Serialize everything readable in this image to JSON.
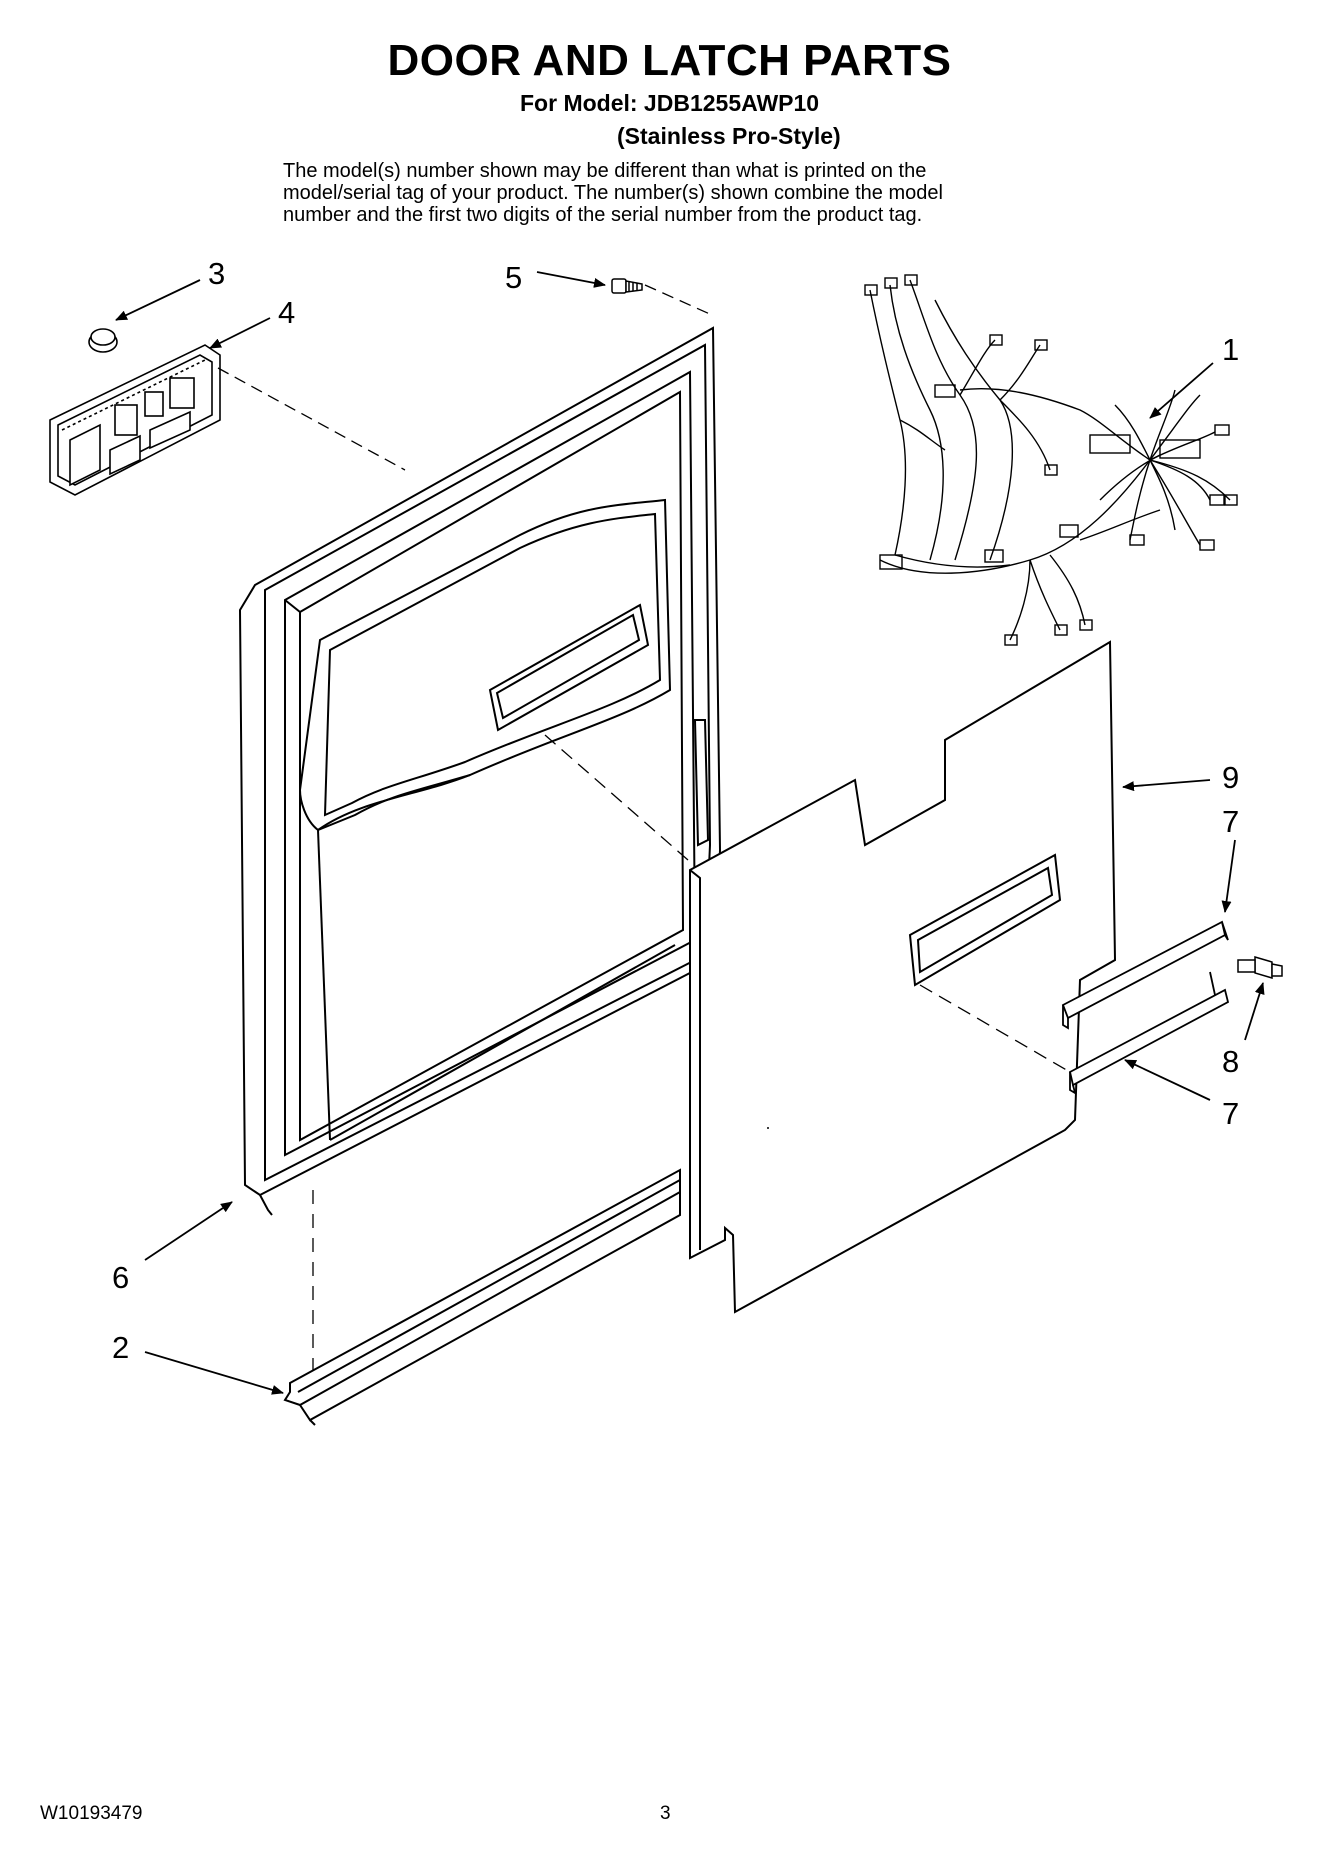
{
  "header": {
    "title": "DOOR AND LATCH PARTS",
    "model_line": "For Model: JDB1255AWP10",
    "variant_line": "(Stainless Pro-Style)",
    "disclaimer_lines": [
      "The model(s) number shown may be different than what is printed on the",
      "model/serial tag of your product. The number(s) shown combine the model",
      "number and the first two digits of the serial number from the product tag."
    ]
  },
  "callouts": {
    "c1": "1",
    "c2": "2",
    "c3": "3",
    "c4": "4",
    "c5": "5",
    "c6": "6",
    "c7a": "7",
    "c7b": "7",
    "c8": "8",
    "c9": "9"
  },
  "footer": {
    "doc_number": "W10193479",
    "page_number": "3"
  }
}
